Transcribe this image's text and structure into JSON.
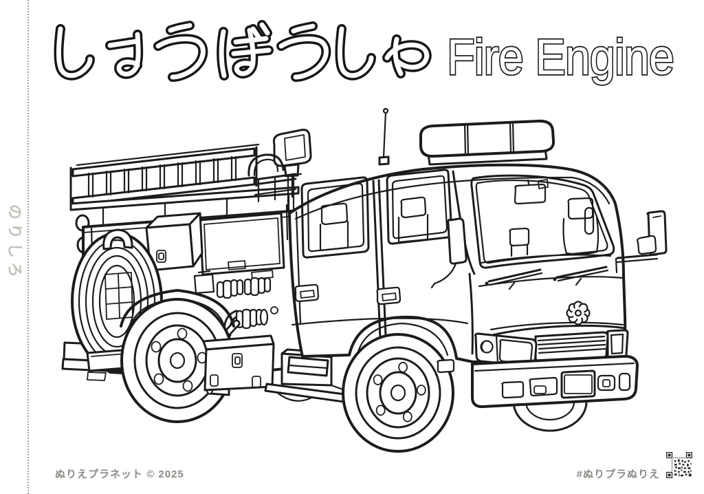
{
  "header": {
    "title_ja": "しょうぼうしゃ",
    "title_en": "Fire Engine"
  },
  "side_margin": {
    "label": "のりしろ"
  },
  "footer": {
    "credit": "ぬりえプラネット © 2025",
    "hashtag": "#ぬりプラぬりえ"
  },
  "illustration": {
    "subject": "fire engine coloring-book line art",
    "style": "black outline on white, uncolored",
    "parts": [
      "roof-ladder",
      "searchlight",
      "light-bar",
      "antenna",
      "double-cab",
      "windshield-wipers",
      "side-mirrors",
      "hose-reel",
      "pump-panel",
      "hose-couplings",
      "storage-boxes",
      "rear-step",
      "front-grille",
      "fire-emblem",
      "headlights",
      "front-bumper",
      "license-plate",
      "wheels"
    ]
  },
  "colors": {
    "outline": "#1c1c1c",
    "footer_text": "#8b8b85",
    "margin_text": "#c3c3bc",
    "cut_line": "#a6a6a0",
    "qr": "#2b2b2b"
  }
}
